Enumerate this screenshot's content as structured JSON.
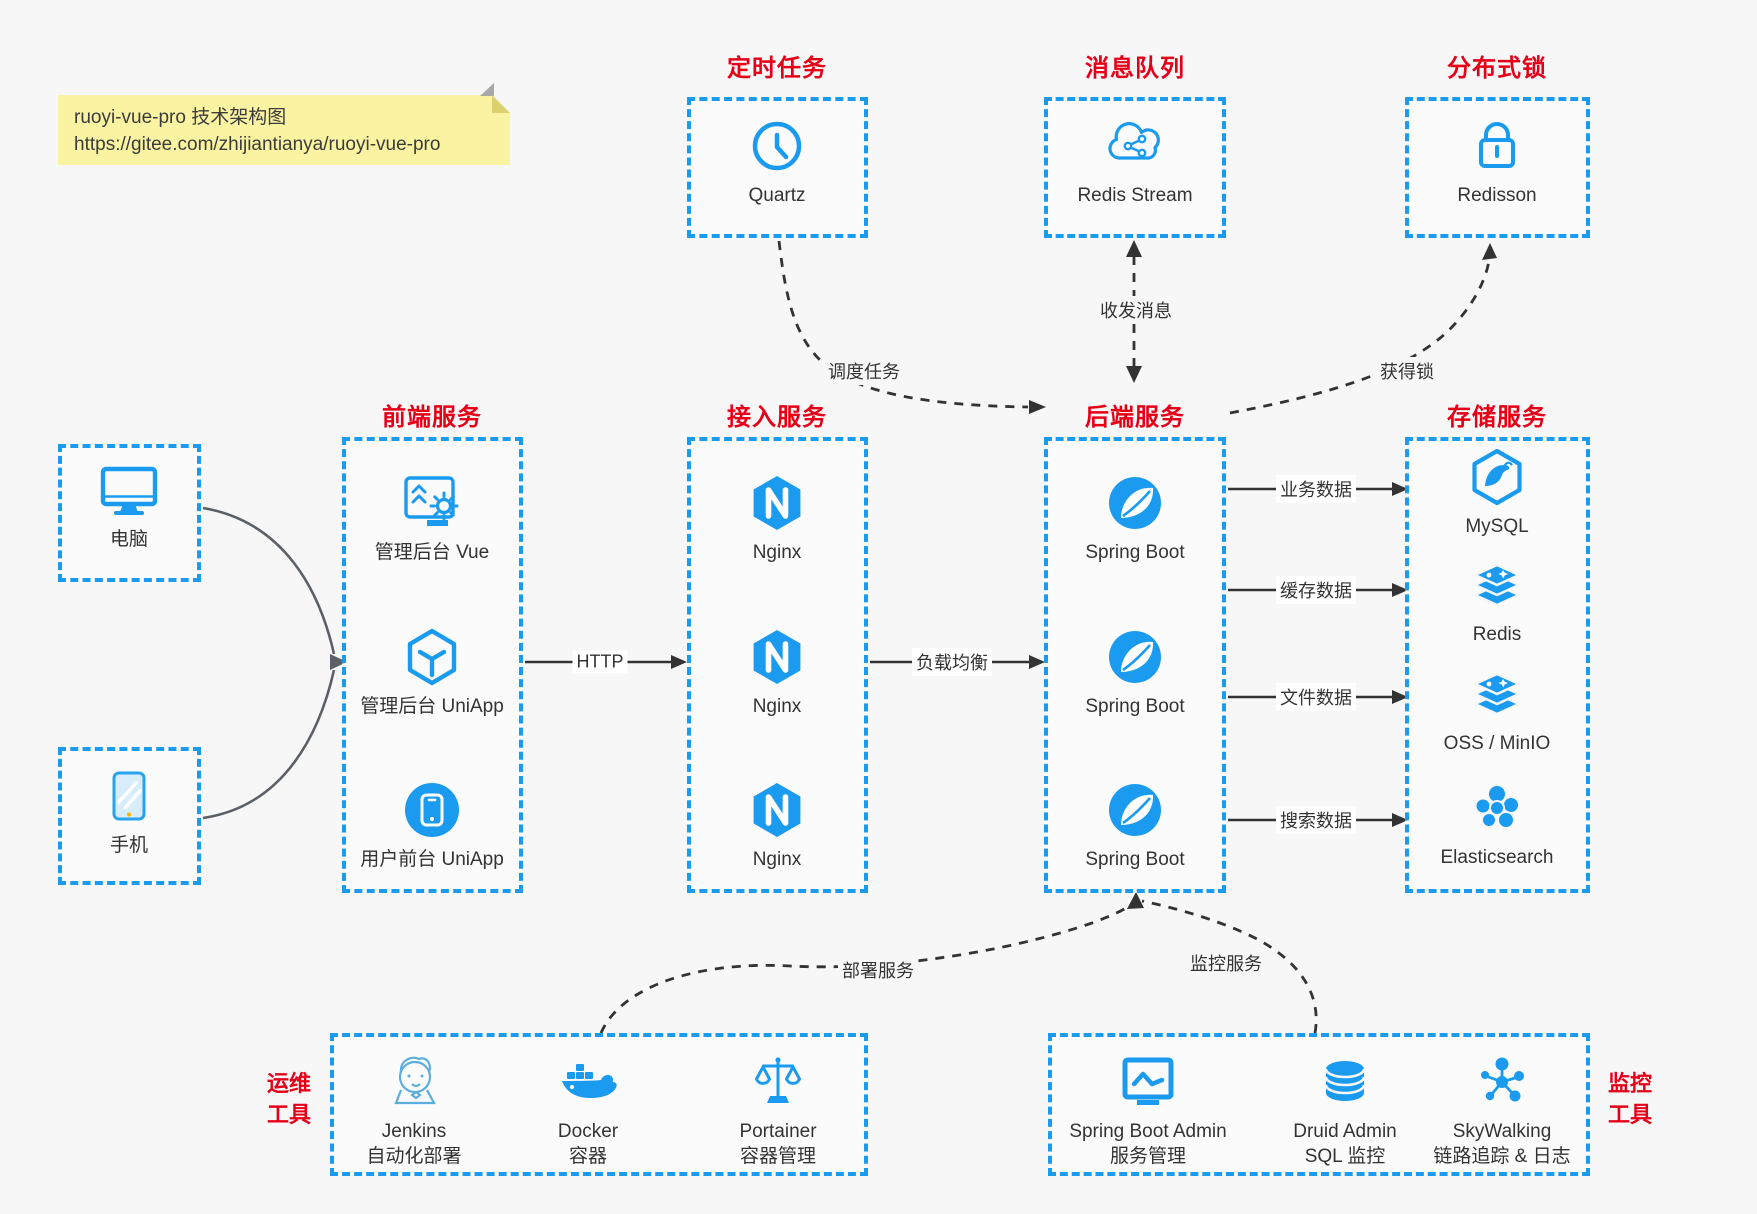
{
  "note": {
    "line1": "ruoyi-vue-pro 技术架构图",
    "line2": "https://gitee.com/zhijiantianya/ruoyi-vue-pro"
  },
  "top_groups": [
    {
      "title": "定时任务",
      "item": {
        "label": "Quartz",
        "icon": "clock-icon"
      }
    },
    {
      "title": "消息队列",
      "item": {
        "label": "Redis Stream",
        "icon": "cloud-share-icon"
      }
    },
    {
      "title": "分布式锁",
      "item": {
        "label": "Redisson",
        "icon": "lock-icon"
      }
    }
  ],
  "clients": [
    {
      "label": "电脑",
      "icon": "computer-icon"
    },
    {
      "label": "手机",
      "icon": "phone-icon"
    }
  ],
  "columns": [
    {
      "title": "前端服务",
      "items": [
        {
          "label": "管理后台 Vue",
          "icon": "admin-vue-icon"
        },
        {
          "label": "管理后台 UniApp",
          "icon": "uniapp-cube-icon"
        },
        {
          "label": "用户前台 UniApp",
          "icon": "user-app-icon"
        }
      ]
    },
    {
      "title": "接入服务",
      "items": [
        {
          "label": "Nginx",
          "icon": "nginx-icon"
        },
        {
          "label": "Nginx",
          "icon": "nginx-icon"
        },
        {
          "label": "Nginx",
          "icon": "nginx-icon"
        }
      ]
    },
    {
      "title": "后端服务",
      "items": [
        {
          "label": "Spring Boot",
          "icon": "spring-leaf-icon"
        },
        {
          "label": "Spring Boot",
          "icon": "spring-leaf-icon"
        },
        {
          "label": "Spring Boot",
          "icon": "spring-leaf-icon"
        }
      ]
    },
    {
      "title": "存储服务",
      "items": [
        {
          "label": "MySQL",
          "icon": "mysql-icon"
        },
        {
          "label": "Redis",
          "icon": "layer-stack-icon"
        },
        {
          "label": "OSS / MinIO",
          "icon": "layer-stack-icon"
        },
        {
          "label": "Elasticsearch",
          "icon": "elasticsearch-icon"
        }
      ]
    }
  ],
  "bottom_groups": [
    {
      "side_label_line1": "运维",
      "side_label_line2": "工具",
      "items": [
        {
          "label": "Jenkins",
          "sublabel": "自动化部署",
          "icon": "jenkins-icon"
        },
        {
          "label": "Docker",
          "sublabel": "容器",
          "icon": "docker-icon"
        },
        {
          "label": "Portainer",
          "sublabel": "容器管理",
          "icon": "portainer-icon"
        }
      ]
    },
    {
      "side_label_line1": "监控",
      "side_label_line2": "工具",
      "items": [
        {
          "label": "Spring Boot Admin",
          "sublabel": "服务管理",
          "icon": "monitor-chart-icon"
        },
        {
          "label": "Druid Admin",
          "sublabel": "SQL 监控",
          "icon": "database-icon"
        },
        {
          "label": "SkyWalking",
          "sublabel": "链路追踪 & 日志",
          "icon": "skywalking-icon"
        }
      ]
    }
  ],
  "edges": {
    "http": "HTTP",
    "load_balance": "负载均衡",
    "business_data": "业务数据",
    "cache_data": "缓存数据",
    "file_data": "文件数据",
    "search_data": "搜索数据",
    "schedule_task": "调度任务",
    "send_receive_message": "收发消息",
    "acquire_lock": "获得锁",
    "deploy_service": "部署服务",
    "monitor_service": "监控服务"
  },
  "colors": {
    "accent_blue": "#1b9bf0",
    "title_red": "#e60017",
    "arrow_black": "#333333",
    "connector_gray": "#5b5f66",
    "note_bg": "#faf3a2",
    "canvas_bg": "#f7f7f8"
  }
}
